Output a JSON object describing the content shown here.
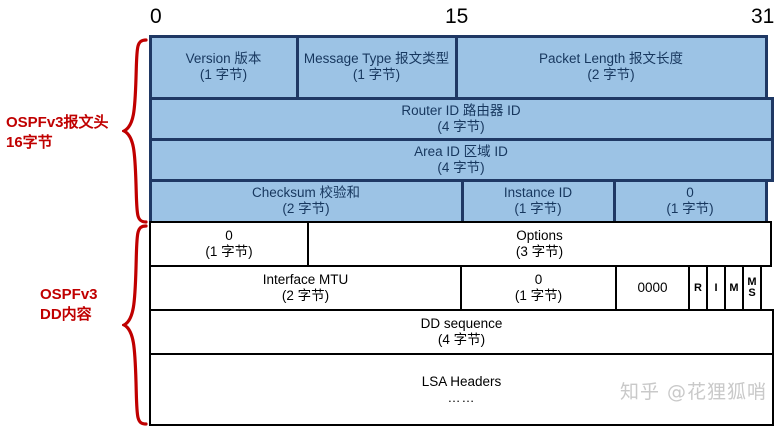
{
  "ruler": {
    "ticks": [
      {
        "label": "0"
      },
      {
        "label": "15"
      },
      {
        "label": "31"
      }
    ]
  },
  "labels": {
    "header_section": "OSPFv3报文头\n16字节",
    "dd_section": "OSPFv3\nDD内容"
  },
  "colors": {
    "header_fill": "#9CC3E5",
    "header_border": "#1F3864",
    "header_text": "#17375E",
    "body_fill": "#FFFFFF",
    "body_border": "#000000",
    "label_red": "#C00000",
    "watermark_gray": "#C9C9C9"
  },
  "packet": {
    "header_rows": [
      {
        "cells": [
          {
            "line1": "Version 版本",
            "line2": "(1 字节)"
          },
          {
            "line1": "Message Type 报文类型",
            "line2": "(1 字节)"
          },
          {
            "line1": "Packet Length 报文长度",
            "line2": "(2 字节)"
          }
        ]
      },
      {
        "cells": [
          {
            "line1": "Router ID 路由器 ID",
            "line2": "(4 字节)"
          }
        ]
      },
      {
        "cells": [
          {
            "line1": "Area ID 区域 ID",
            "line2": "(4 字节)"
          }
        ]
      },
      {
        "cells": [
          {
            "line1": "Checksum 校验和",
            "line2": "(2 字节)"
          },
          {
            "line1": "Instance ID",
            "line2": "(1 字节)"
          },
          {
            "line1": "0",
            "line2": "(1 字节)"
          }
        ]
      }
    ],
    "body_rows": [
      {
        "cells": [
          {
            "line1": "0",
            "line2": "(1 字节)"
          },
          {
            "line1": "Options",
            "line2": "(3 字节)"
          }
        ]
      },
      {
        "cells": [
          {
            "line1": "Interface MTU",
            "line2": "(2 字节)"
          },
          {
            "line1": "0",
            "line2": "(1 字节)"
          },
          {
            "line1": "0000",
            "line2": ""
          },
          {
            "line1": "R",
            "line2": ""
          },
          {
            "line1": "I",
            "line2": ""
          },
          {
            "line1": "M",
            "line2": ""
          },
          {
            "line1": "M",
            "line2": "S"
          }
        ]
      },
      {
        "cells": [
          {
            "line1": "DD sequence",
            "line2": "(4 字节)"
          }
        ]
      },
      {
        "cells": [
          {
            "line1": "LSA Headers",
            "line2": "……"
          }
        ]
      }
    ]
  },
  "watermark": {
    "text": "知乎 @花狸狐哨"
  }
}
